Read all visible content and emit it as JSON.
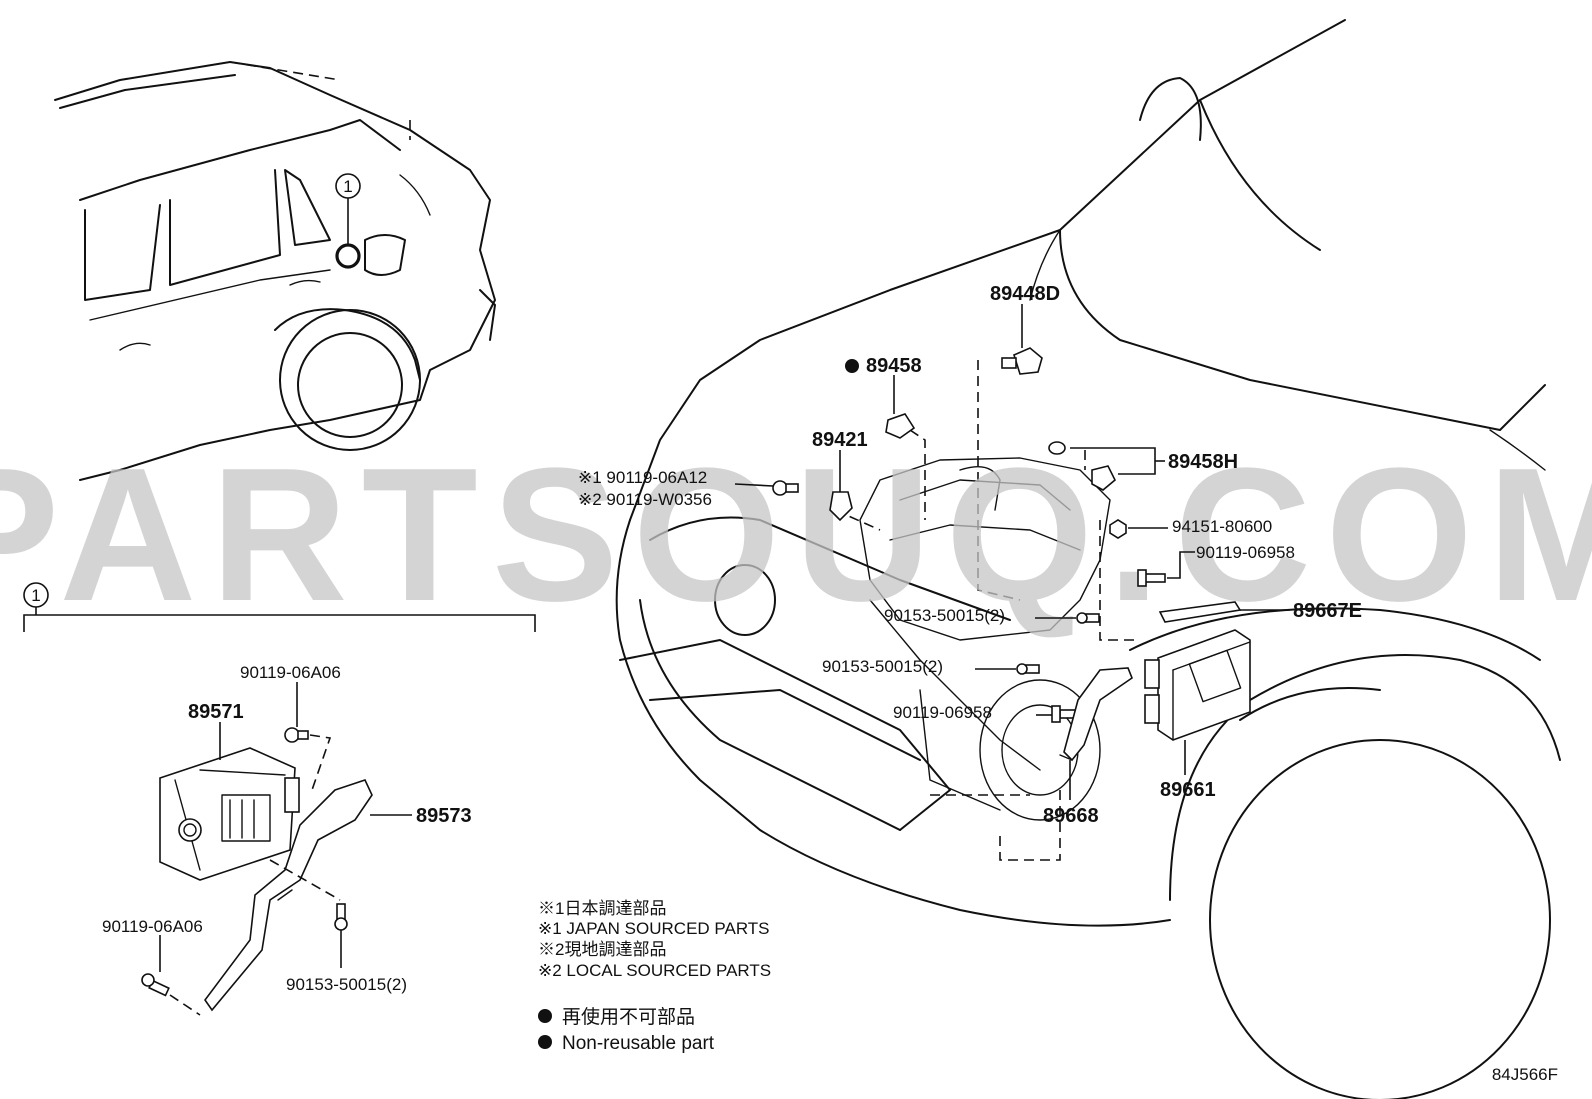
{
  "callout_ref": "1",
  "watermark": "PARTSOUQ.COM",
  "diagram_code": "84J566F",
  "labels": {
    "p89448D": "89448D",
    "p89458": "89458",
    "p89421": "89421",
    "p89458H": "89458H",
    "p94151": "94151-80600",
    "p90119_06958_a": "90119-06958",
    "p89667E": "89667E",
    "p90153_a": "90153-50015(2)",
    "p90153_b": "90153-50015(2)",
    "p90119_06958_b": "90119-06958",
    "p89661": "89661",
    "p89668": "89668",
    "p90119_06A12": "※1 90119-06A12",
    "p90119_W0356": "※2 90119-W0356",
    "p90119_06A06_a": "90119-06A06",
    "p89571": "89571",
    "p89573": "89573",
    "p90119_06A06_b": "90119-06A06",
    "p90153_c": "90153-50015(2)"
  },
  "notes": {
    "n1": "※1日本調達部品",
    "n2": "※1 JAPAN SOURCED PARTS",
    "n3": "※2現地調達部品",
    "n4": "※2 LOCAL SOURCED PARTS",
    "n5": "再使用不可部品",
    "n6": "Non-reusable part"
  }
}
